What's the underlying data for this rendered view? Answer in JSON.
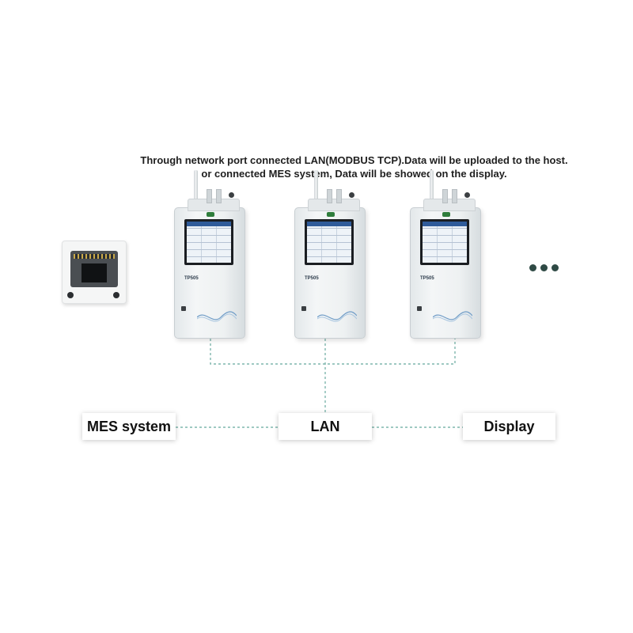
{
  "caption": {
    "line1": "Through network port connected LAN(MODBUS TCP).Data will be uploaded to the host.",
    "line2": "or connected MES system, Data will be showed on the display."
  },
  "devices": [
    {
      "model": "TP505"
    },
    {
      "model": "TP505"
    },
    {
      "model": "TP505"
    }
  ],
  "nodes": {
    "mes": "MES system",
    "lan": "LAN",
    "display": "Display"
  },
  "colors": {
    "wire": "#7fb7ad",
    "ellipsis": "#2f4a45"
  },
  "icons": {
    "rj45": "ethernet-port-icon",
    "more": "ellipsis-icon"
  }
}
